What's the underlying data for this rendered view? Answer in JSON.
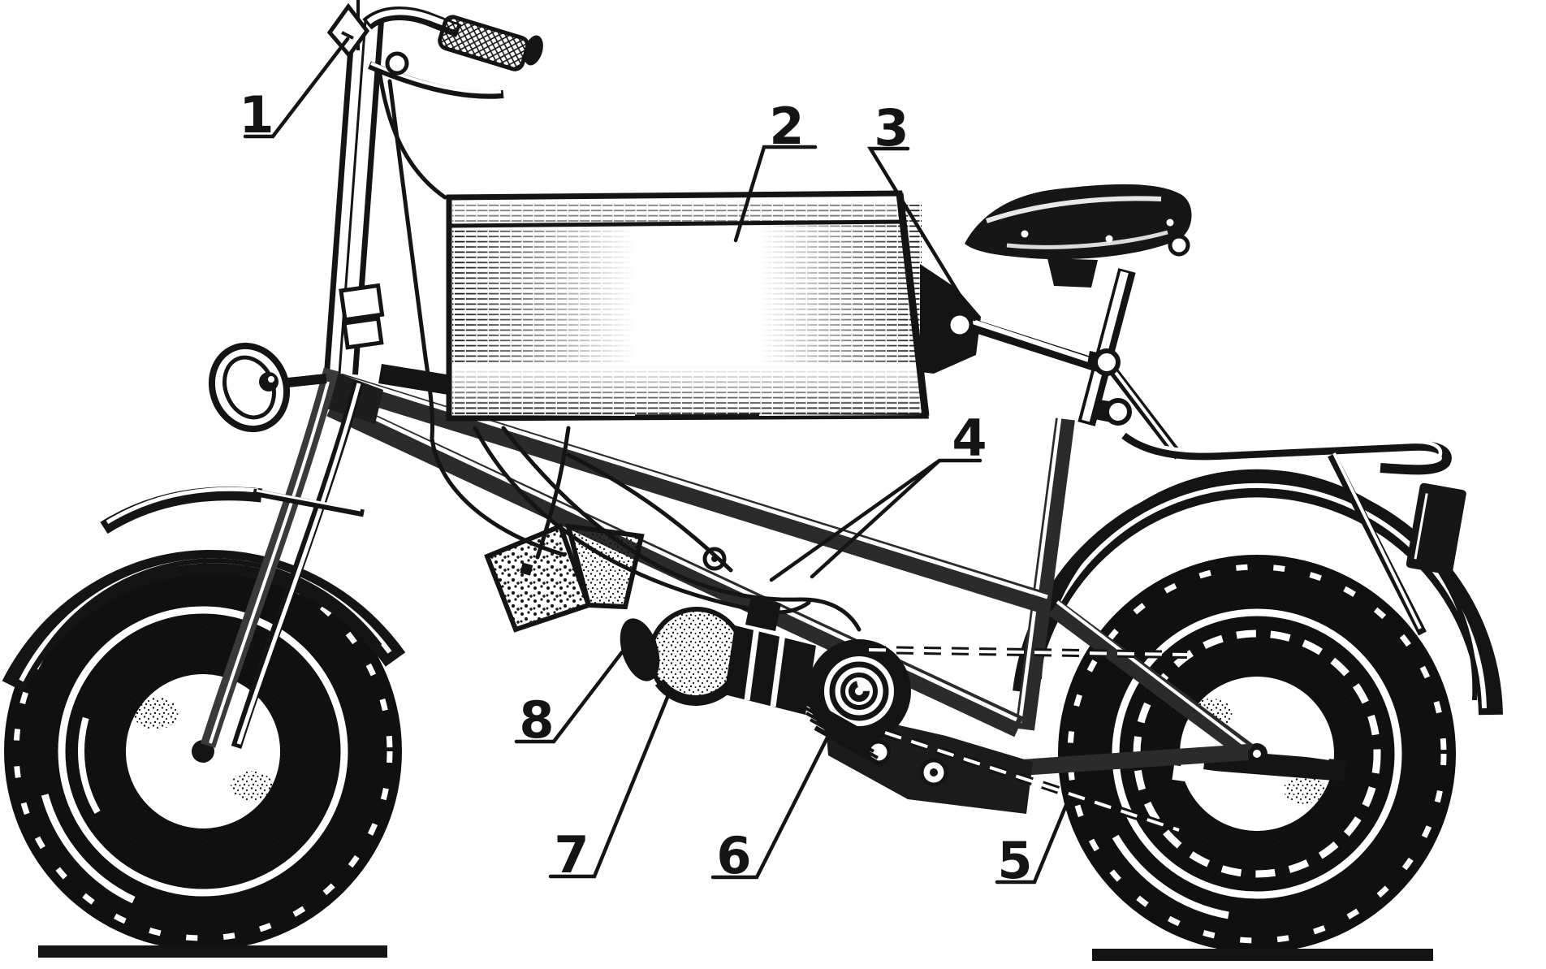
{
  "figure": {
    "background": "#ffffff",
    "ink": "#141414",
    "description": "Side-view technical line drawing of a motorized bicycle (moped) with battery box, under-frame electric motor, belt transmission and chain drive, annotated with numbered part callouts"
  },
  "callouts": [
    {
      "label": "1"
    },
    {
      "label": "2"
    },
    {
      "label": "3"
    },
    {
      "label": "4"
    },
    {
      "label": "5"
    },
    {
      "label": "6"
    },
    {
      "label": "7"
    },
    {
      "label": "8"
    }
  ]
}
